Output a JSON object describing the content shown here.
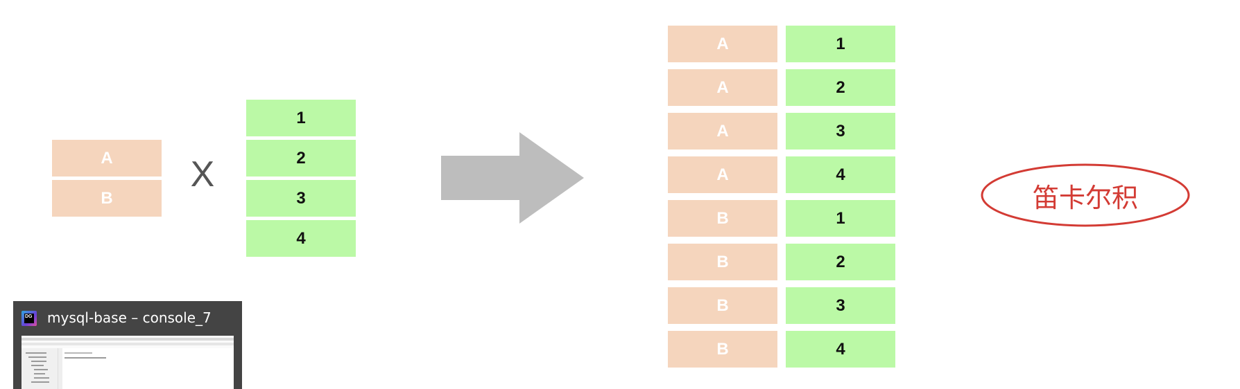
{
  "left_set_a": [
    "A",
    "B"
  ],
  "operator": "X",
  "left_set_b": [
    "1",
    "2",
    "3",
    "4"
  ],
  "result_rows": [
    {
      "letter": "A",
      "number": "1"
    },
    {
      "letter": "A",
      "number": "2"
    },
    {
      "letter": "A",
      "number": "3"
    },
    {
      "letter": "A",
      "number": "4"
    },
    {
      "letter": "B",
      "number": "1"
    },
    {
      "letter": "B",
      "number": "2"
    },
    {
      "letter": "B",
      "number": "3"
    },
    {
      "letter": "B",
      "number": "4"
    }
  ],
  "label": "笛卡尔积",
  "thumbnail": {
    "title": "mysql-base – console_7",
    "logo_text": "DG",
    "icon": "datagrip-app-icon"
  },
  "colors": {
    "letter_cell": "#f5d5bd",
    "number_cell": "#bbf9a6",
    "arrow": "#bdbdbd",
    "label_accent": "#d33b34",
    "thumbnail_bg": "#444444"
  }
}
